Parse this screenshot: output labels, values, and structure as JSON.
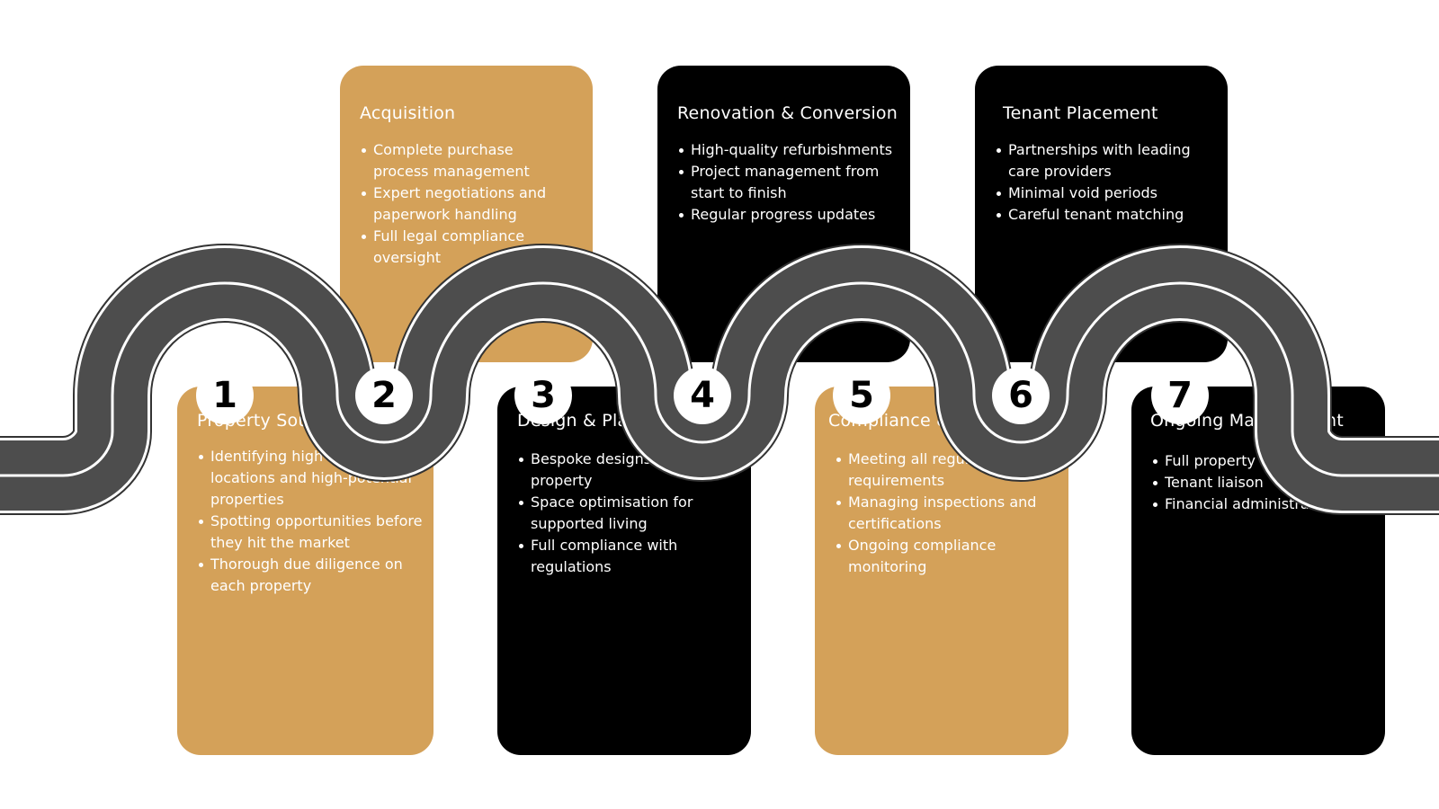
{
  "steps": [
    {
      "number": "1",
      "title": "Property Sourcing",
      "bullets": [
        "Identifying high-demand locations and high-potential properties",
        "Spotting opportunities before they hit the market",
        "Thorough due diligence on each property"
      ]
    },
    {
      "number": "2",
      "title": "Acquisition",
      "bullets": [
        "Complete purchase process management",
        "Expert negotiations and paperwork handling",
        "Full legal compliance oversight"
      ]
    },
    {
      "number": "3",
      "title": "Design & Planning",
      "bullets": [
        "Bespoke designs for each property",
        "Space optimisation for supported living",
        "Full compliance with regulations"
      ]
    },
    {
      "number": "4",
      "title": "Renovation & Conversion",
      "bullets": [
        "High-quality refurbishments",
        "Project management from start to finish",
        "Regular progress updates"
      ]
    },
    {
      "number": "5",
      "title": "Compliance & Certification",
      "bullets": [
        "Meeting all regulatory requirements",
        "Managing inspections and certifications",
        "Ongoing compliance monitoring"
      ]
    },
    {
      "number": "6",
      "title": "Tenant Placement",
      "bullets": [
        "Partnerships with leading care providers",
        "Minimal void periods",
        "Careful tenant matching"
      ]
    },
    {
      "number": "7",
      "title": "Ongoing Management",
      "bullets": [
        "Full property maintenance",
        "Tenant liaison",
        "Financial administration"
      ]
    }
  ],
  "colors": {
    "gold": "#d4a159",
    "black": "#000000",
    "road": "#4d4d4d",
    "road_edge": "#333333",
    "lane_line": "#ffffff",
    "marker": "#ffffff"
  },
  "icons": {
    "road": "winding-road-graphic"
  }
}
